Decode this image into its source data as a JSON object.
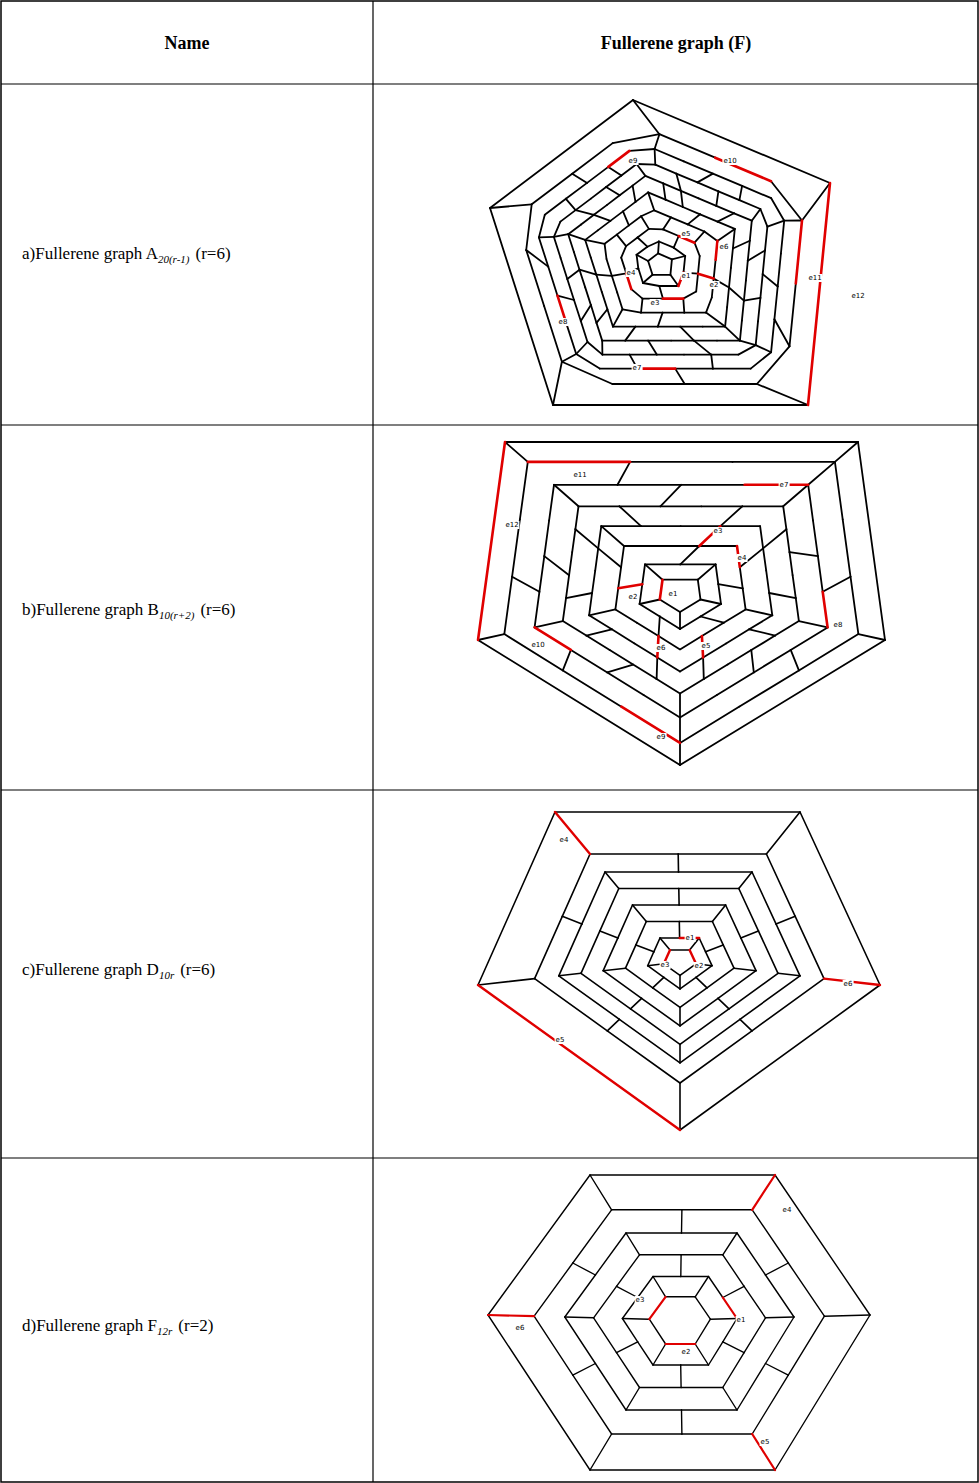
{
  "diagram": {
    "labels": [
      "Name",
      "Fullerene graph (F)",
      "a)Fullerene graph A",
      "20(r-1)",
      "(r=6)",
      "e1",
      "e2",
      "e3",
      "e4",
      "e5",
      "e6",
      "e7",
      "e8",
      "e9",
      "e10",
      "e11",
      "e12",
      "b)Fullerene graph B",
      "10(r+2)",
      "(r=6)",
      "e1",
      "e2",
      "e3",
      "e4",
      "e5",
      "e6",
      "e7",
      "e8",
      "e9",
      "e10",
      "e11",
      "e12",
      "c)Fullerene graph D",
      "10r",
      "(r=6)",
      "e1",
      "e2",
      "e3",
      "e4",
      "e5",
      "e6",
      "d)Fullerene graph F",
      "12r",
      "(r=2)",
      "e1",
      "e2",
      "e3",
      "e4",
      "e5",
      "e6"
    ]
  }
}
